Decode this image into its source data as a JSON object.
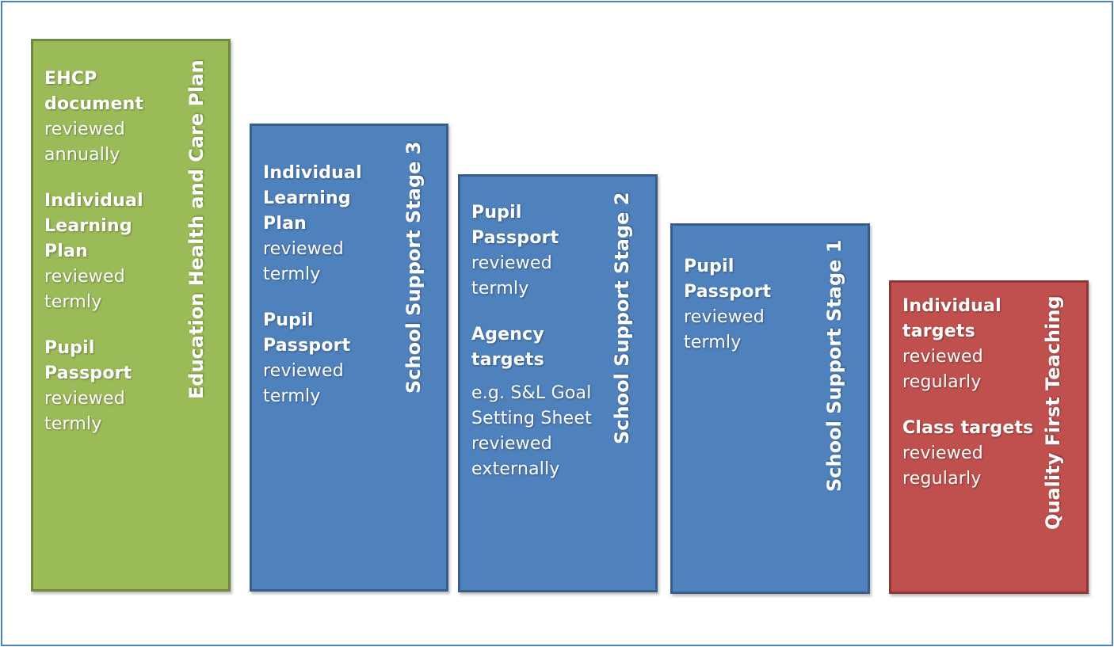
{
  "stages": [
    {
      "label": "Education Health and Care Plan",
      "items": [
        {
          "heading": "EHCP document",
          "text": "reviewed annually"
        },
        {
          "heading": "Individual Learning Plan",
          "text": "reviewed termly"
        },
        {
          "heading": "Pupil Passport",
          "text": "reviewed termly"
        }
      ]
    },
    {
      "label": "School Support Stage 3",
      "items": [
        {
          "heading": "Individual Learning Plan",
          "text": "reviewed termly"
        },
        {
          "heading": "Pupil Passport",
          "text": "reviewed termly"
        }
      ]
    },
    {
      "label": "School Support Stage 2",
      "items": [
        {
          "heading": "Pupil Passport",
          "text": "reviewed termly"
        },
        {
          "heading": "Agency targets",
          "text": "e.g. S&L Goal Setting Sheet reviewed externally"
        }
      ]
    },
    {
      "label": "School Support Stage 1",
      "items": [
        {
          "heading": "Pupil Passport",
          "text": "reviewed termly"
        }
      ]
    },
    {
      "label": "Quality First Teaching",
      "items": [
        {
          "heading": "Individual targets",
          "text": "reviewed regularly"
        },
        {
          "heading": "Class targets",
          "text": "reviewed regularly"
        }
      ]
    }
  ],
  "colors": {
    "ehcp": "#9bbb59",
    "school_support": "#4f81bd",
    "quality_first": "#c0504d",
    "frame": "#4f81bd"
  }
}
